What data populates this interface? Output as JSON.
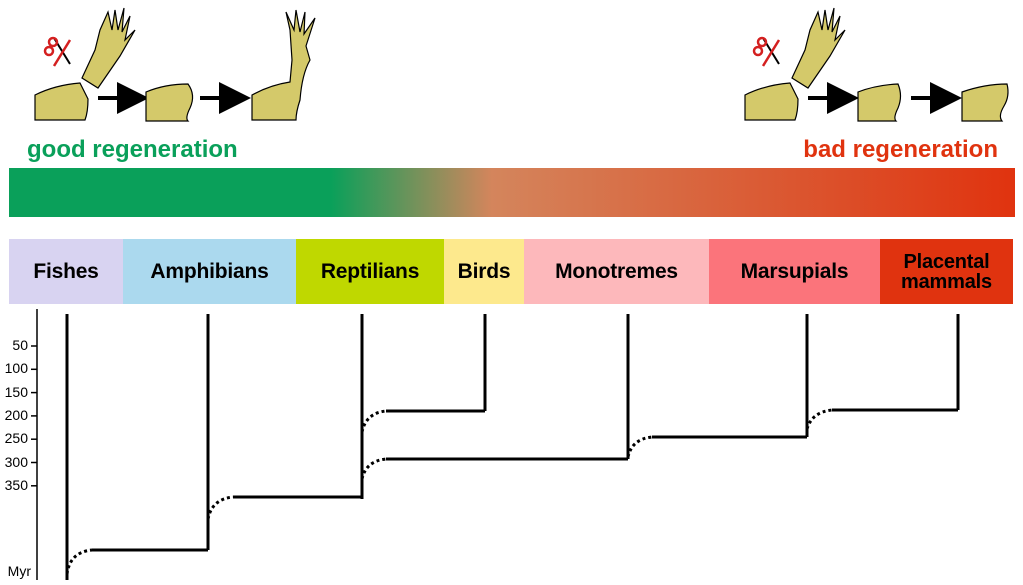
{
  "regeneration": {
    "good_label": "good regeneration",
    "bad_label": "bad regeneration",
    "good_color": "#0aa05a",
    "mid_color": "#d4855c",
    "bad_color": "#e0330f"
  },
  "groups": [
    {
      "name": "Fishes",
      "color": "#d8d3f1"
    },
    {
      "name": "Amphibians",
      "color": "#abd9ee"
    },
    {
      "name": "Reptilians",
      "color": "#bfd800"
    },
    {
      "name": "Birds",
      "color": "#fde98d"
    },
    {
      "name": "Monotremes",
      "color": "#fdb8bb"
    },
    {
      "name": "Marsupials",
      "color": "#fb747b"
    },
    {
      "name": "Placental mammals",
      "color": "#e0330f"
    }
  ],
  "axis": {
    "ticks": [
      "50",
      "100",
      "150",
      "200",
      "250",
      "300",
      "350"
    ],
    "unit": "Myr"
  },
  "icons": {
    "scissors": "scissors-icon",
    "arrow": "right-arrow-icon",
    "limb": "limb-icon"
  },
  "limb_color": "#d4c96a"
}
